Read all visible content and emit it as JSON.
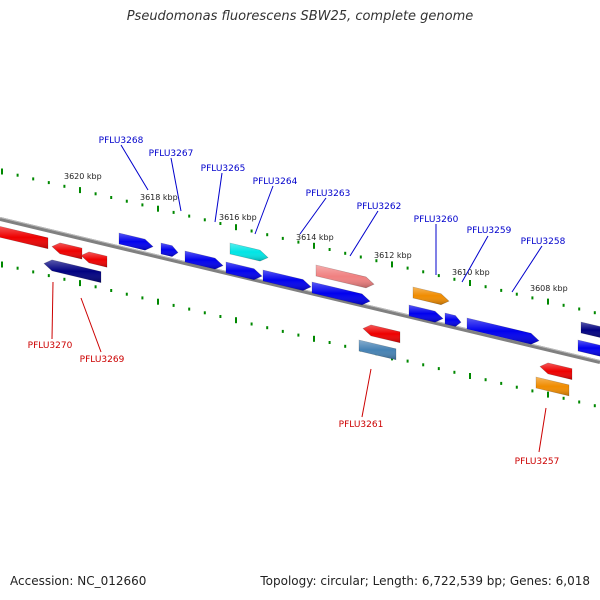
{
  "title": "Pseudomonas fluorescens SBW25, complete genome",
  "footer": {
    "accession": "Accession: NC_012660",
    "summary": "Topology: circular; Length: 6,722,539 bp; Genes: 6,018"
  },
  "scale_labels": [
    "3620 kbp",
    "3618 kbp",
    "3616 kbp",
    "3614 kbp",
    "3612 kbp",
    "3610 kbp",
    "3608 kbp"
  ],
  "forward_genes": [
    {
      "label": "PFLU3268",
      "color": "#0000ee"
    },
    {
      "label": "PFLU3267",
      "color": "#0000ee"
    },
    {
      "label": "PFLU3265",
      "color": "#0000ee"
    },
    {
      "label": "PFLU3264",
      "color": "#00e5e5"
    },
    {
      "label": "PFLU3263",
      "color": "#f08080"
    },
    {
      "label": "PFLU3262",
      "color": "#0000ee"
    },
    {
      "label": "PFLU3260",
      "color": "#f08c00"
    },
    {
      "label": "PFLU3259",
      "color": "#0000ee"
    },
    {
      "label": "PFLU3258",
      "color": "#0000ee"
    }
  ],
  "reverse_genes": [
    {
      "label": "PFLU3270",
      "color": "#ee0000"
    },
    {
      "label": "PFLU3269",
      "color": "#000080"
    },
    {
      "label": "PFLU3261",
      "color": "#4682b4"
    },
    {
      "label": "PFLU3257",
      "color": "#f08c00"
    }
  ],
  "colors": {
    "forward_label": "#0000cc",
    "reverse_label": "#cc0000",
    "tick": "#008800",
    "backbone": "#808080",
    "cds_blue": "#0000ee",
    "cds_red": "#ee0000",
    "cds_navy": "#000080"
  }
}
